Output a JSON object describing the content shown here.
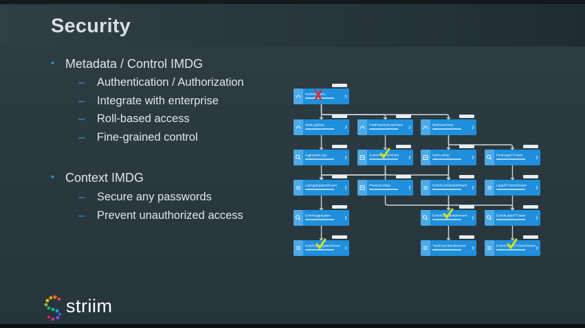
{
  "slide": {
    "title": "Security",
    "sections": [
      {
        "heading": "Metadata / Control IMDG",
        "items": [
          "Authentication / Authorization",
          "Integrate with enterprise",
          "Roll-based access",
          "Fine-grained control"
        ]
      },
      {
        "heading": "Context IMDG",
        "items": [
          "Secure any passwords",
          "Prevent unauthorized access"
        ]
      }
    ]
  },
  "brand": {
    "logo_text": "striim"
  },
  "flow_diagram": {
    "node_color": "#1f8fdc",
    "header_color": "#4da9e8",
    "check_color": "#d3e21a",
    "cross_color": "#e32626",
    "nodes": [
      {
        "id": "n1",
        "label": "HackerSource",
        "icon": "source-icon",
        "status": "blocked"
      },
      {
        "id": "n2",
        "label": "WebLogStats",
        "icon": "flow-icon",
        "status": ""
      },
      {
        "id": "n3",
        "label": "FindPotentialCustomers",
        "icon": "flow-icon",
        "status": ""
      },
      {
        "id": "n4",
        "label": "WebSearchers",
        "icon": "flow-icon",
        "status": ""
      },
      {
        "id": "n5",
        "label": "AggregateLogs",
        "icon": "search-icon",
        "status": ""
      },
      {
        "id": "n6",
        "label": "CustomerEnrichment",
        "icon": "table-icon",
        "status": "allowed"
      },
      {
        "id": "n7",
        "label": "UserLookup",
        "icon": "table-icon",
        "status": ""
      },
      {
        "id": "n8",
        "label": "FindLargeFTUsers",
        "icon": "search-icon",
        "status": ""
      },
      {
        "id": "n9",
        "label": "LogAggregatesStream",
        "icon": "stream-icon",
        "status": ""
      },
      {
        "id": "n10",
        "label": "ProductLookup",
        "icon": "table-icon",
        "status": ""
      },
      {
        "id": "n11",
        "label": "EnrichCartAbandonment",
        "icon": "stream-icon",
        "status": ""
      },
      {
        "id": "n12",
        "label": "LargeFTUsersStream",
        "icon": "stream-icon",
        "status": ""
      },
      {
        "id": "n13",
        "label": "EnrichAggregates",
        "icon": "search-icon",
        "status": ""
      },
      {
        "id": "n14",
        "label": "EnrichCartAbandonment",
        "icon": "search-icon",
        "status": "allowed"
      },
      {
        "id": "n15",
        "label": "EnrichLargeFTUsers",
        "icon": "search-icon",
        "status": ""
      },
      {
        "id": "n16",
        "label": "EnrichAggregatesStream",
        "icon": "stream-icon",
        "status": "allowed"
      },
      {
        "id": "n17",
        "label": "TrackCartAbandonment",
        "icon": "stream-icon",
        "status": ""
      },
      {
        "id": "n18",
        "label": "EnrichLargeFTUsersStream",
        "icon": "stream-icon",
        "status": "allowed"
      }
    ]
  }
}
